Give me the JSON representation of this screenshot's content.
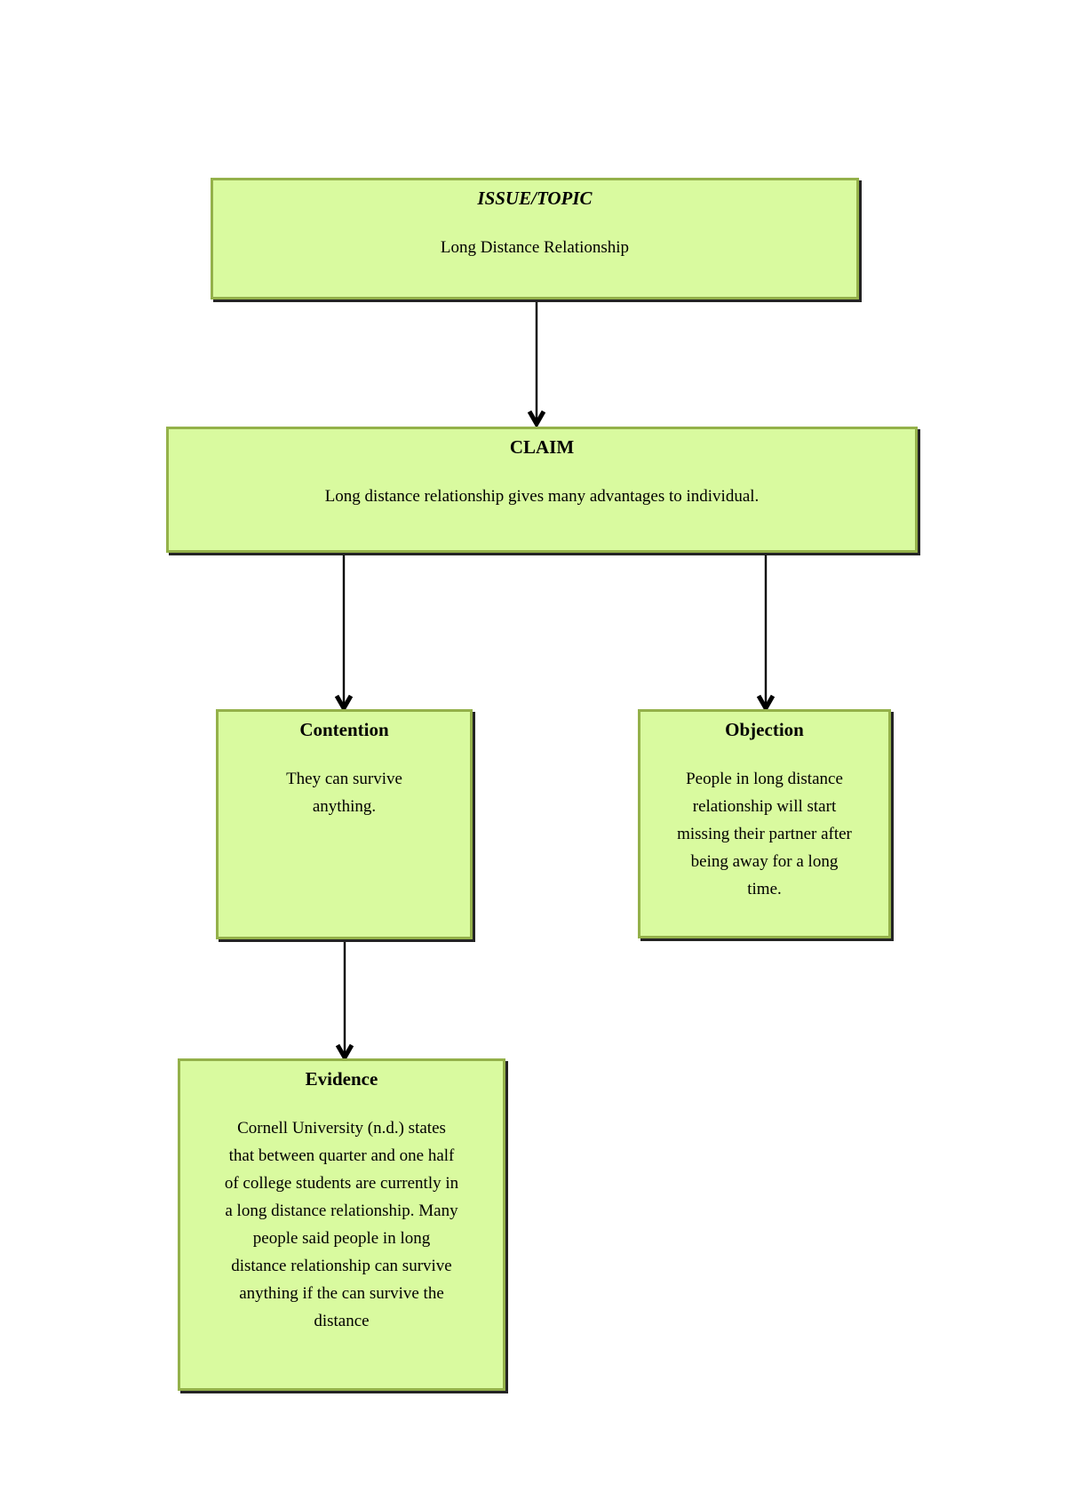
{
  "diagram": {
    "colors": {
      "box_fill": "#d9fa9f",
      "box_border": "#94b14a",
      "box_shadow": "#242424",
      "arrow": "#000000",
      "background": "#ffffff"
    },
    "nodes": {
      "issue": {
        "title": "ISSUE/TOPIC",
        "body": "Long Distance Relationship"
      },
      "claim": {
        "title": "CLAIM",
        "body": "Long distance relationship gives many advantages to individual."
      },
      "contention": {
        "title": "Contention",
        "body": "They can survive\nanything."
      },
      "objection": {
        "title": "Objection",
        "body": "People in long distance\nrelationship will start\nmissing their partner after\nbeing away for a long\ntime."
      },
      "evidence": {
        "title": "Evidence",
        "body": "Cornell University (n.d.) states\nthat between quarter and one half\nof college students are currently in\na long distance relationship. Many\npeople said people in long\ndistance relationship can survive\nanything if the can survive the\ndistance"
      }
    }
  }
}
